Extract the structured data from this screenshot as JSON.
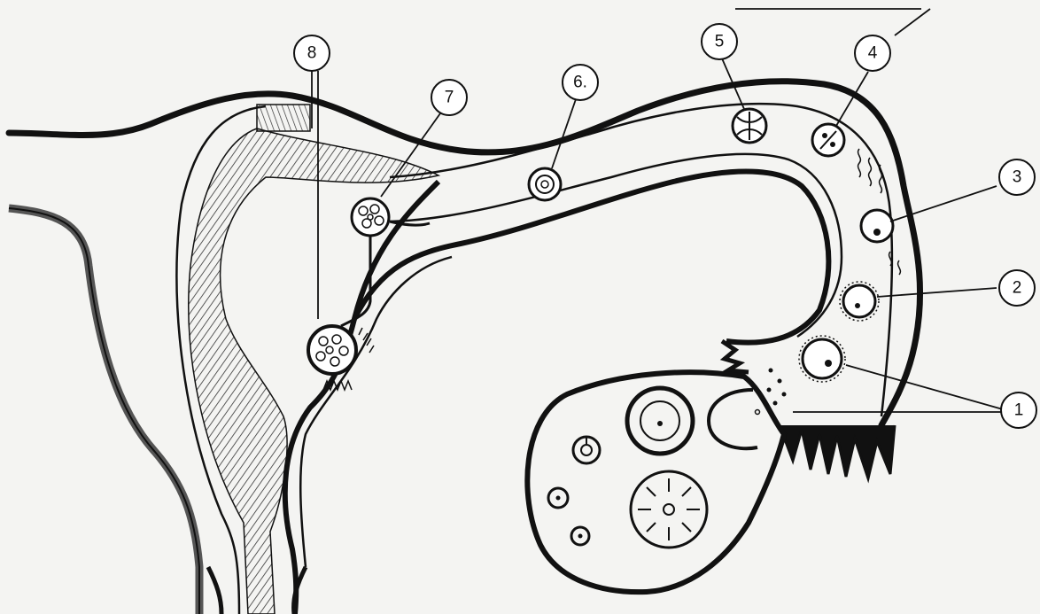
{
  "diagram": {
    "colors": {
      "ink": "#111111",
      "paper": "#f4f4f2",
      "hatch": "#333333"
    },
    "labels": [
      {
        "id": "label-1",
        "text": "1"
      },
      {
        "id": "label-2",
        "text": "2"
      },
      {
        "id": "label-3",
        "text": "3"
      },
      {
        "id": "label-4",
        "text": "4"
      },
      {
        "id": "label-5",
        "text": "5"
      },
      {
        "id": "label-6",
        "text": "6."
      },
      {
        "id": "label-7",
        "text": "7"
      },
      {
        "id": "label-8",
        "text": "8"
      }
    ]
  }
}
